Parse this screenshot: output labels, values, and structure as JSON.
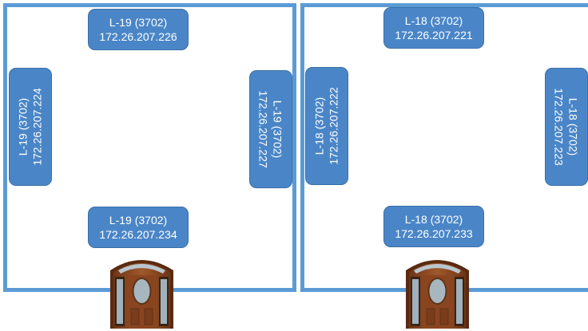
{
  "rooms": {
    "left": {
      "top": {
        "name": "L-19 (3702)",
        "ip": "172.26.207.226"
      },
      "left": {
        "name": "L-19 (3702)",
        "ip": "172.26.207.224"
      },
      "right": {
        "name": "L-19 (3702)",
        "ip": "172.26.207.227"
      },
      "bottom": {
        "name": "L-19 (3702)",
        "ip": "172.26.207.234"
      }
    },
    "right": {
      "top": {
        "name": "L-18 (3702)",
        "ip": "172.26.207.221"
      },
      "left": {
        "name": "L-18 (3702)",
        "ip": "172.26.207.222"
      },
      "right": {
        "name": "L-18 (3702)",
        "ip": "172.26.207.223"
      },
      "bottom": {
        "name": "L-18 (3702)",
        "ip": "172.26.207.233"
      }
    }
  },
  "colors": {
    "wall": "#5b9bd5",
    "label_fill": "#4a86c7",
    "label_text": "#ffffff",
    "door_wood": "#8b4a22"
  },
  "icons": [
    "door-icon"
  ]
}
